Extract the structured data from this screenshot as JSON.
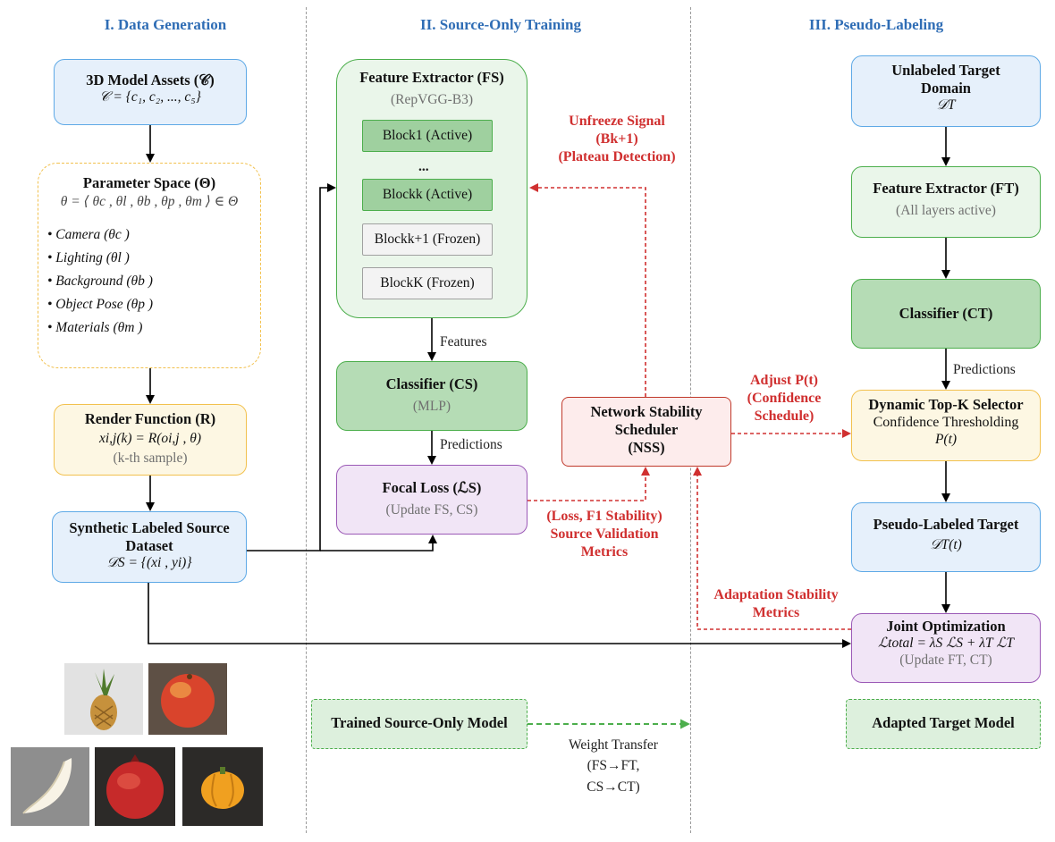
{
  "sections": {
    "s1": "I. Data Generation",
    "s2": "II. Source-Only Training",
    "s3": "III. Pseudo-Labeling"
  },
  "gen": {
    "assets_title": "3D Model Assets (𝒞)",
    "assets_formula": "𝒞 = {c₁, c₂, ..., c₅}",
    "param_title": "Parameter Space (Θ)",
    "param_formula": "θ = ⟨ θc , θl , θb , θp , θm ⟩ ∈ Θ",
    "param_items": [
      "• Camera (θc )",
      "• Lighting (θl )",
      "• Background (θb )",
      "• Object Pose (θp )",
      "• Materials (θm )"
    ],
    "render_title": "Render Function (R)",
    "render_formula": "xi,j(k) = R(oi,j , θ)",
    "render_note": "(k-th sample)",
    "dataset_title_1": "Synthetic Labeled Source",
    "dataset_title_2": "Dataset",
    "dataset_formula": "𝒟S = {(xi , yi)}"
  },
  "train": {
    "fe_title": "Feature Extractor (FS)",
    "fe_sub": "(RepVGG-B3)",
    "block1": "Block1 (Active)",
    "dots": "...",
    "blockk": "Blockk (Active)",
    "blockk1": "Blockk+1 (Frozen)",
    "blockK": "BlockK (Frozen)",
    "features_label": "Features",
    "cls_title": "Classifier (CS)",
    "cls_sub": "(MLP)",
    "pred_label": "Predictions",
    "loss_title": "Focal Loss (ℒS)",
    "loss_sub": "(Update FS, CS)",
    "trained_model": "Trained Source-Only Model",
    "weight_transfer_1": "Weight Transfer",
    "weight_transfer_2": "(FS→FT,",
    "weight_transfer_3": "CS→CT)"
  },
  "nss": {
    "title_1": "Network Stability",
    "title_2": "Scheduler",
    "title_3": "(NSS)",
    "unfreeze_1": "Unfreeze Signal",
    "unfreeze_2": "(Bk+1)",
    "unfreeze_3": "(Plateau Detection)",
    "loss_stab_1": "(Loss, F1 Stability)",
    "loss_stab_2": "Source Validation",
    "loss_stab_3": "Metrics",
    "adjust_1": "Adjust P(t)",
    "adjust_2": "(Confidence",
    "adjust_3": "Schedule)",
    "adapt_1": "Adaptation Stability",
    "adapt_2": "Metrics"
  },
  "pseudo": {
    "target_1": "Unlabeled Target",
    "target_2": "Domain",
    "target_formula": "𝒟T",
    "fe_title": "Feature Extractor (FT)",
    "fe_sub": "(All layers active)",
    "cls_title": "Classifier (CT)",
    "pred_label": "Predictions",
    "topk_1": "Dynamic Top-K Selector",
    "topk_2": "Confidence Thresholding",
    "topk_3": "P(t)",
    "pl_1": "Pseudo-Labeled Target",
    "pl_formula": "𝒟T(t)",
    "joint_title": "Joint Optimization",
    "joint_formula": "ℒtotal = λS ℒS + λT ℒT",
    "joint_sub": "(Update FT, CT)",
    "adapted_model": "Adapted Target Model"
  },
  "icons": [
    "pineapple-render",
    "apple-render",
    "banana-render",
    "pomegranate-render",
    "pumpkin-render"
  ],
  "colors": {
    "section_title": "#2f6db5",
    "signal_red": "#d03030",
    "transfer_green": "#4cae4c"
  }
}
